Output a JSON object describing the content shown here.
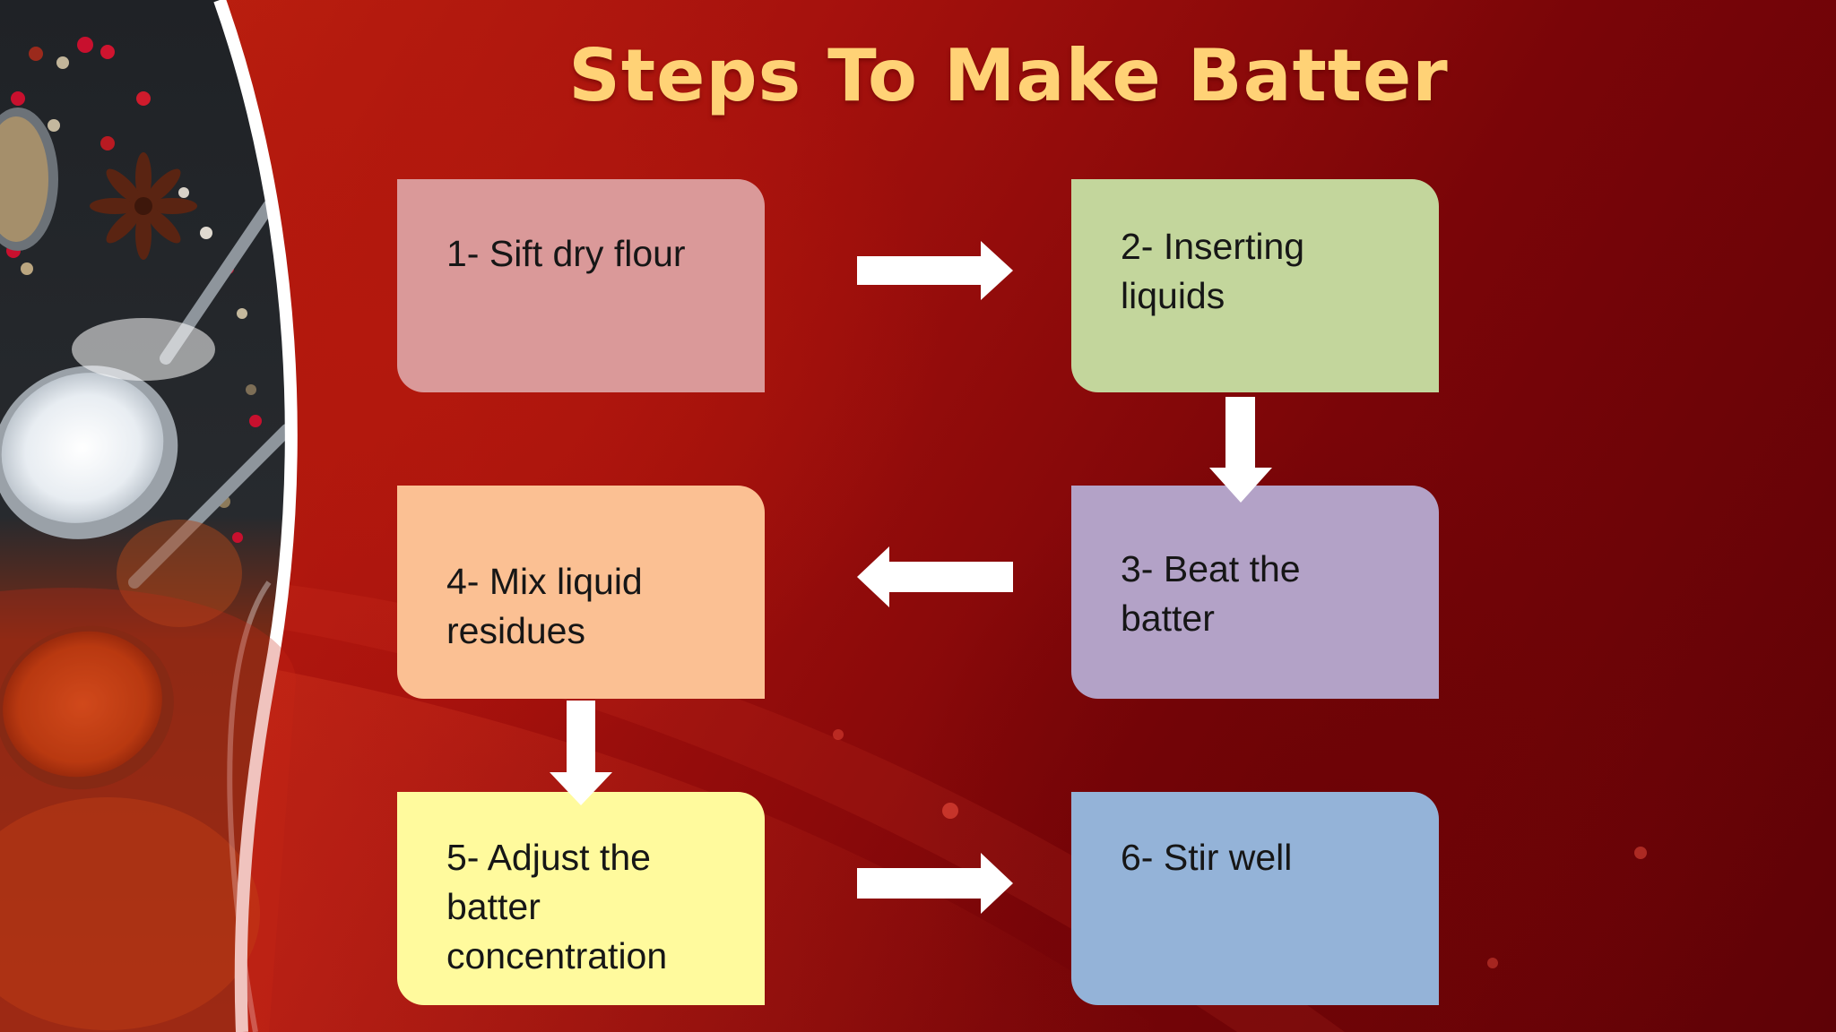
{
  "title": "Steps To Make Batter",
  "steps": [
    {
      "label": "1- Sift dry flour"
    },
    {
      "label": "2- Inserting liquids"
    },
    {
      "label": "3- Beat the batter"
    },
    {
      "label": "4- Mix liquid residues"
    },
    {
      "label": "5- Adjust the batter concentration"
    },
    {
      "label": "6- Stir well"
    }
  ],
  "colors": {
    "title": "#ffd276",
    "step1": "#da9999",
    "step2": "#c3d69c",
    "step3": "#b3a2c7",
    "step4": "#fbc093",
    "step5": "#fffa9d",
    "step6": "#94b3d8",
    "arrow": "#ffffff"
  },
  "icons": {
    "arrow_shape": "block-arrow"
  }
}
